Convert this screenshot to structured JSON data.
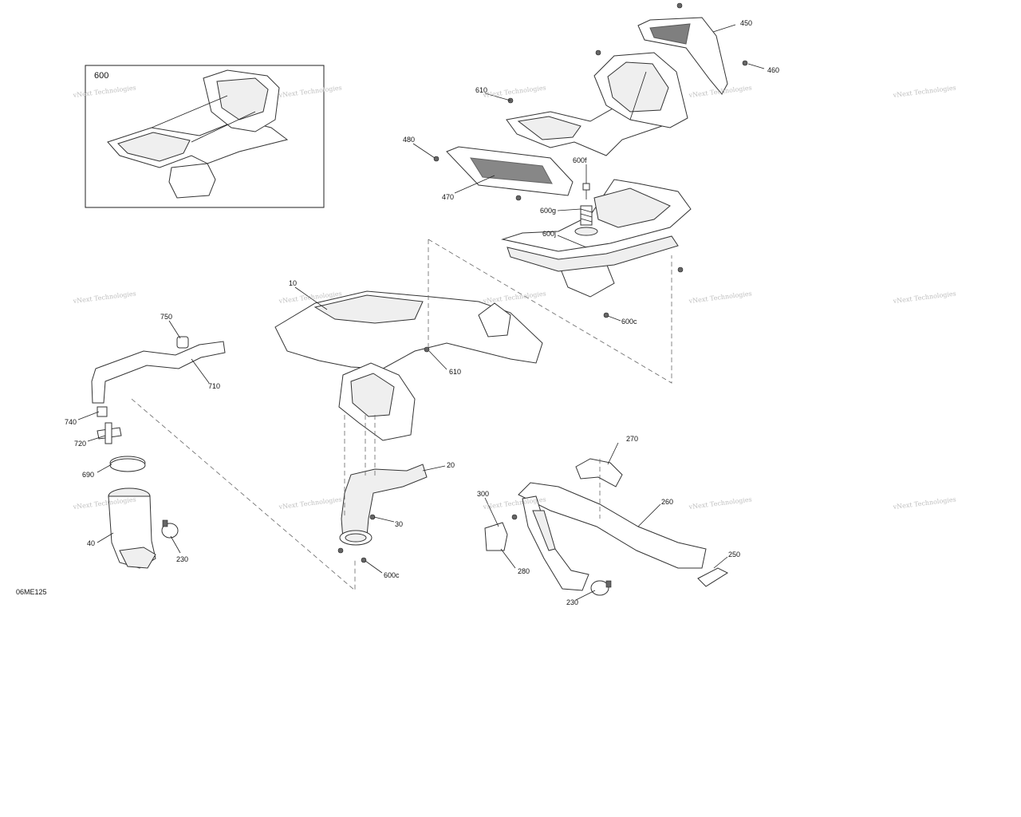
{
  "diagram": {
    "drawing_code": "06ME125",
    "inset_label": "600",
    "watermark_text": "vNext Technologies",
    "callouts": {
      "c10": "10",
      "c20": "20",
      "c30": "30",
      "c40": "40",
      "c230a": "230",
      "c230b": "230",
      "c250": "250",
      "c260": "260",
      "c270": "270",
      "c280": "280",
      "c300": "300",
      "c450": "450",
      "c460": "460",
      "c470": "470",
      "c480": "480",
      "c600c_a": "600c",
      "c600c_b": "600c",
      "c600f": "600f",
      "c600g": "600g",
      "c600j": "600j",
      "c610_a": "610",
      "c610_b": "610",
      "c690": "690",
      "c710": "710",
      "c720": "720",
      "c740": "740",
      "c750": "750"
    },
    "colors": {
      "line": "#333333",
      "watermark": "#b8b8b8"
    }
  }
}
